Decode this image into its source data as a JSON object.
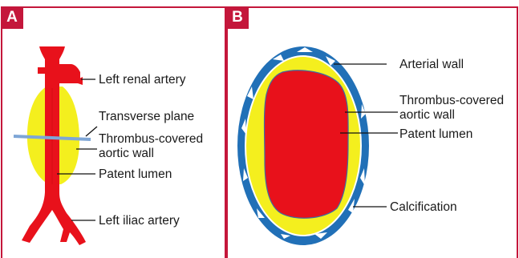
{
  "panel_a": {
    "tag": "A",
    "labels": {
      "left_renal_artery": "Left renal artery",
      "transverse_plane": "Transverse plane",
      "thrombus_line1": "Thrombus-covered",
      "thrombus_line2": "aortic wall",
      "patent_lumen": "Patent lumen",
      "left_iliac_artery": "Left iliac artery"
    }
  },
  "panel_b": {
    "tag": "B",
    "labels": {
      "arterial_wall": "Arterial wall",
      "thrombus_line1": "Thrombus-covered",
      "thrombus_line2": "aortic wall",
      "patent_lumen": "Patent lumen",
      "calcification": "Calcification"
    }
  },
  "colors": {
    "accent": "#c4173b",
    "vessel_red": "#e8111b",
    "thrombus_yellow": "#f4ef1e",
    "wall_blue": "#2170b7",
    "plane_blue": "#7ea6d6",
    "calcification_white": "#ffffff"
  }
}
